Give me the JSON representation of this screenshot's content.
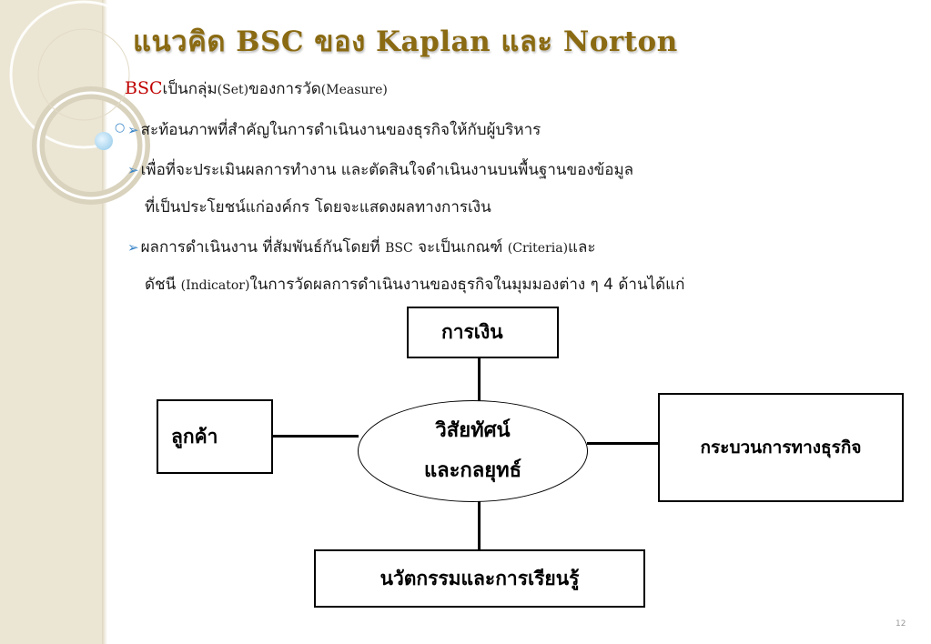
{
  "slide": {
    "title": "แนวคิด BSC  ของ Kaplan และ Norton",
    "subtitle": {
      "accent": "BSC",
      "part1": "เป็นกลุ่ม",
      "set": "(Set)",
      "part2": "ของการวัด",
      "measure": "(Measure)"
    },
    "bullets": {
      "b1": "สะท้อนภาพที่สำคัญในการดำเนินงานของธุรกิจให้กับผู้บริหาร",
      "b2_line1": "เพื่อที่จะประเมินผลการทำงาน และตัดสินใจดำเนินงานบนพื้นฐานของข้อมูล",
      "b2_line2": "ที่เป็นประโยชน์แก่องค์กร โดยจะแสดงผลทางการเงิน",
      "b3_line1_a": "ผลการดำเนินงาน ที่สัมพันธ์กันโดยที่ ",
      "b3_line1_bsc": "BSC",
      "b3_line1_b": " จะเป็นเกณฑ์ ",
      "b3_line1_criteria": "(Criteria)",
      "b3_line1_c": "และ",
      "b3_line2_a": "ดัชนี ",
      "b3_line2_indicator": "(Indicator)",
      "b3_line2_b": "ในการวัดผลการดำเนินงานของธุรกิจในมุมมองต่าง ๆ 4 ด้านได้แก่"
    },
    "diagram": {
      "financial": "การเงิน",
      "customer": "ลูกค้า",
      "center_line1": "วิสัยทัศน์",
      "center_line2": "และกลยุทธ์",
      "process": "กระบวนการทางธุรกิจ",
      "learning": "นวัตกรรมและการเรียนรู้"
    },
    "page_number": "12"
  },
  "icons": {
    "bullet": "arrow-bullet-icon",
    "circle": "small-circle-icon"
  },
  "colors": {
    "title": "#8a6a12",
    "accent": "#c00000",
    "bullet": "#3a86c8",
    "sidebar": "#ebe5d3"
  }
}
